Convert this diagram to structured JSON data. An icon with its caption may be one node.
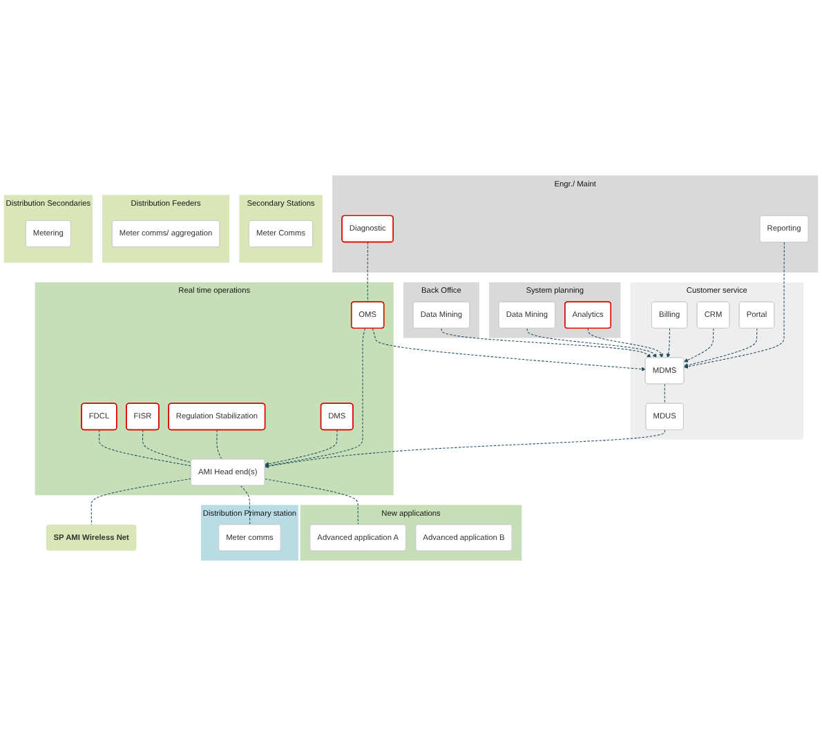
{
  "diagram": {
    "nodes": [
      {
        "text": [
          "Engr./ Maint"
        ]
      },
      {
        "text": [
          "Diagnostic"
        ],
        "in": 0
      },
      {
        "text": [
          "Reporting"
        ],
        "in": 0
      },
      {
        "text": [
          "System planning"
        ]
      },
      {
        "text": [
          "Data Mining"
        ],
        "in": 3
      },
      {
        "text": [
          "Analytics"
        ],
        "in": 3
      },
      {
        "text": [
          "Back Office"
        ]
      },
      {
        "text": [
          "Data Mining"
        ],
        "in": 6
      },
      {
        "text": [
          "Real time operations"
        ]
      },
      {
        "text": [
          "FDCL"
        ],
        "in": 8
      },
      {
        "text": [
          "FISR"
        ],
        "in": 8
      },
      {
        "text": [
          "Regulation Stabilization"
        ],
        "in": 8
      },
      {
        "text": [
          "OMS"
        ],
        "in": 8
      },
      {
        "text": [
          "DMS"
        ],
        "in": 8
      },
      {
        "text": [
          "AMI Head end(s)"
        ],
        "in": 8
      },
      {
        "text": [
          "Customer service"
        ]
      },
      {
        "text": [
          "Billing"
        ],
        "in": 15
      },
      {
        "text": [
          "CRM"
        ],
        "in": 15
      },
      {
        "text": [
          "Portal"
        ],
        "in": 15
      },
      {
        "text": [
          "MDMS"
        ],
        "in": 15
      },
      {
        "text": [
          "MDUS"
        ],
        "in": 15
      },
      {
        "text": [
          "New applications"
        ]
      },
      {
        "text": [
          "Advanced application A"
        ],
        "in": 21
      },
      {
        "text": [
          "Advanced application B"
        ],
        "in": 21
      },
      {
        "text": [
          "Distribution Primary station"
        ]
      },
      {
        "text": [
          "Meter comms"
        ],
        "in": 24
      },
      {
        "text": [
          "Secondary Stations"
        ]
      },
      {
        "text": [
          "Meter Comms"
        ],
        "in": 26
      },
      {
        "text": [
          "Distribution Feeders"
        ]
      },
      {
        "text": [
          "Meter comms/ aggregation"
        ],
        "in": 28
      },
      {
        "text": [
          "SP AMI Wireless Net"
        ]
      },
      {
        "text": [
          "Distribution Secondaries"
        ]
      },
      {
        "text": [
          "Metering"
        ],
        "in": 31
      }
    ],
    "edges": [
      {
        "from": 1,
        "to": 12,
        "arrow": "none",
        "style": "dashed"
      },
      {
        "from": 2,
        "to": 19,
        "arrow": "to",
        "style": "dashed"
      },
      {
        "from": 4,
        "to": 19,
        "arrow": "to",
        "style": "dashed"
      },
      {
        "from": 5,
        "to": 19,
        "arrow": "to",
        "style": "dashed"
      },
      {
        "from": 12,
        "to": 19,
        "arrow": "to",
        "style": "dashed"
      },
      {
        "from": 7,
        "to": 19,
        "arrow": "to",
        "style": "dashed"
      },
      {
        "from": 16,
        "to": 19,
        "arrow": "to",
        "style": "dashed"
      },
      {
        "from": 17,
        "to": 19,
        "arrow": "to",
        "style": "dashed"
      },
      {
        "from": 18,
        "to": 19,
        "arrow": "to",
        "style": "dashed"
      },
      {
        "from": 19,
        "to": 20,
        "arrow": "none",
        "style": "dashed"
      },
      {
        "from": 9,
        "to": 14,
        "arrow": "none",
        "style": "dashed"
      },
      {
        "from": 10,
        "to": 14,
        "arrow": "none",
        "style": "dashed"
      },
      {
        "from": 11,
        "to": 14,
        "arrow": "none",
        "style": "dashed"
      },
      {
        "from": 12,
        "to": 14,
        "arrow": "to",
        "style": "dashed"
      },
      {
        "from": 13,
        "to": 14,
        "arrow": "to",
        "style": "dashed"
      },
      {
        "from": 20,
        "to": 14,
        "arrow": "to",
        "style": "dashed"
      },
      {
        "from": 14,
        "to": 22,
        "arrow": "none",
        "style": "dashed"
      },
      {
        "from": 14,
        "to": 25,
        "arrow": "none",
        "style": "dashed"
      },
      {
        "from": 14,
        "to": 30,
        "arrow": "none",
        "style": "dashed"
      }
    ]
  }
}
